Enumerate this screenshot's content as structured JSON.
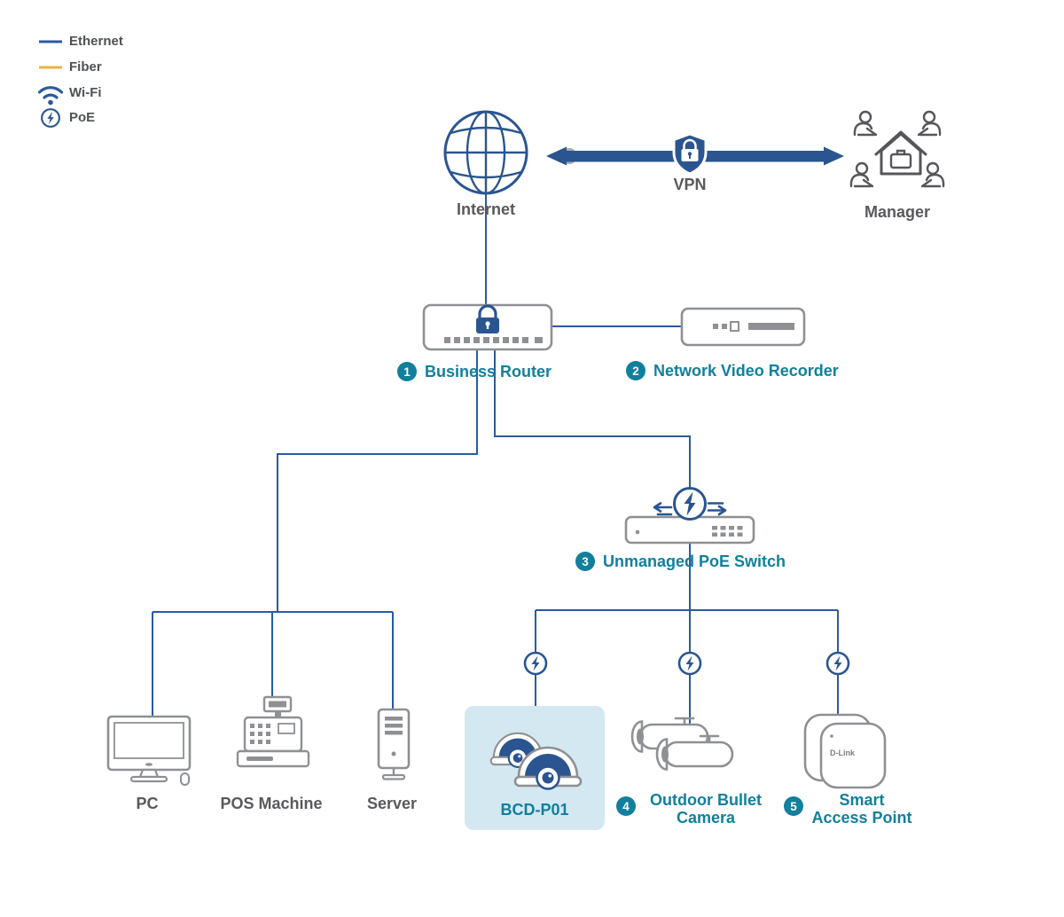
{
  "colors": {
    "ethernet_line": "#2B5AA0",
    "fiber_line": "#EAB33E",
    "vpn_blue": "#2A5590",
    "teal": "#117F9D",
    "text_gray": "#58595B",
    "device_gray": "#8E9093",
    "highlight_bg": "#D4E8F2"
  },
  "legend": {
    "items": [
      {
        "id": "ethernet",
        "label": "Ethernet"
      },
      {
        "id": "fiber",
        "label": "Fiber"
      },
      {
        "id": "wifi",
        "label": "Wi-Fi"
      },
      {
        "id": "poe",
        "label": "PoE"
      }
    ]
  },
  "nodes": {
    "internet": {
      "label": "Internet"
    },
    "vpn": {
      "label": "VPN"
    },
    "manager": {
      "label": "Manager"
    },
    "router": {
      "num": "1",
      "label": "Business Router"
    },
    "nvr": {
      "num": "2",
      "label": "Network Video Recorder"
    },
    "switch": {
      "num": "3",
      "label": "Unmanaged PoE Switch"
    },
    "pc": {
      "label": "PC"
    },
    "pos": {
      "label": "POS Machine"
    },
    "server": {
      "label": "Server"
    },
    "bcd": {
      "label": "BCD-P01"
    },
    "bullet": {
      "num": "4",
      "label_line1": "Outdoor Bullet",
      "label_line2": "Camera"
    },
    "ap": {
      "num": "5",
      "label_line1": "Smart",
      "label_line2": "Access Point",
      "brand": "D-Link"
    }
  }
}
